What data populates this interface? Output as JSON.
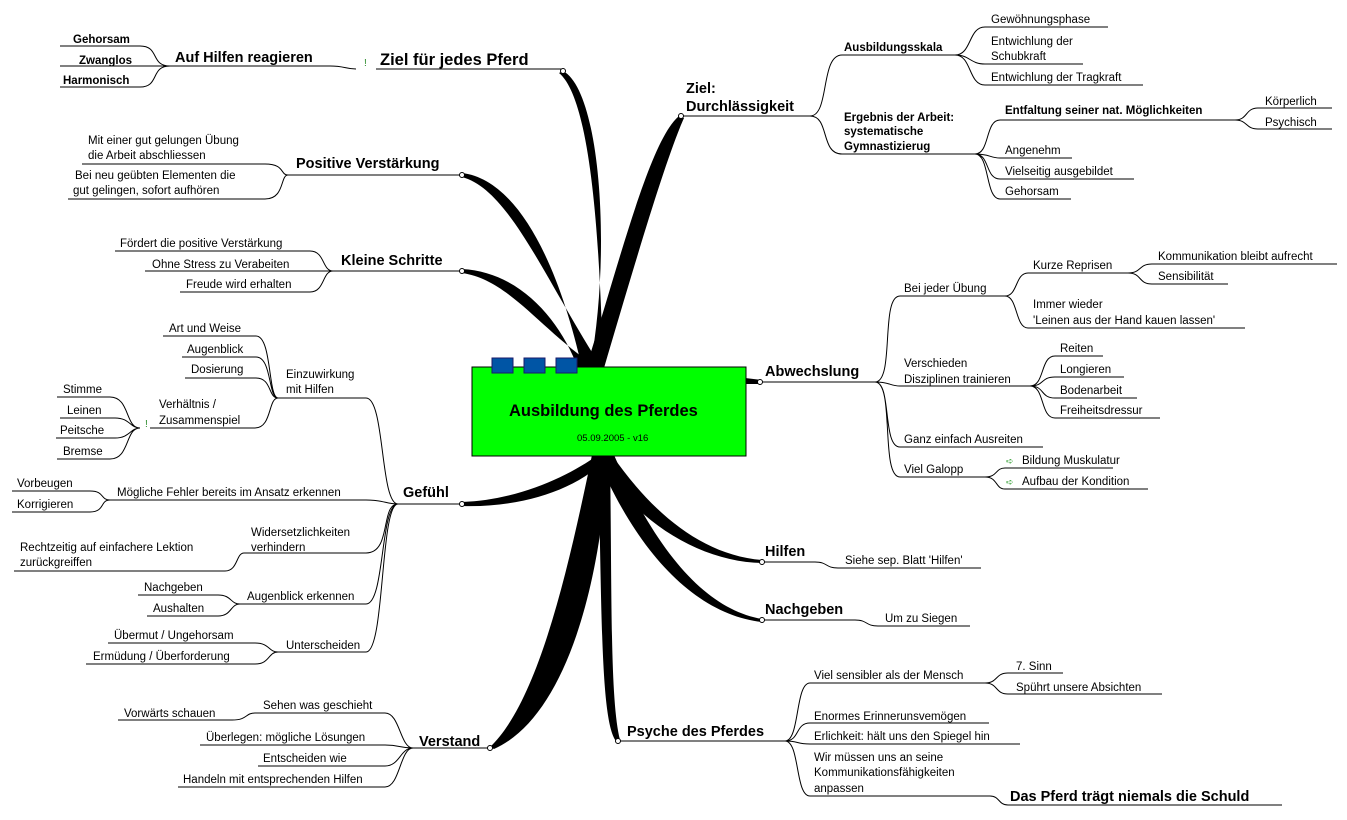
{
  "central": {
    "title": "Ausbildung des Pferdes",
    "subtitle": "05.09.2005 - v16",
    "colors": {
      "fill": "#00ff00",
      "icon": "#0055a5",
      "line": "#000000"
    }
  },
  "left": {
    "ziel": {
      "label": "Ziel für jedes Pferd",
      "sub": "Auf Hilfen reagieren",
      "items": [
        "Gehorsam",
        "Zwanglos",
        "Harmonisch"
      ]
    },
    "positive": {
      "label": "Positive Verstärkung",
      "items": [
        [
          "Mit einer gut gelungen Übung",
          "die Arbeit abschliessen"
        ],
        [
          "Bei neu geübten  Elementen die",
          "gut gelingen, sofort aufhören"
        ]
      ]
    },
    "kleine": {
      "label": "Kleine Schritte",
      "items": [
        "Fördert die positive Verstärkung",
        "Ohne Stress zu Verabeiten",
        "Freude wird erhalten"
      ]
    },
    "gefuehl": {
      "label": "Gefühl",
      "einzuwirkung": {
        "label": [
          "Einzuwirkung",
          "mit Hilfen"
        ],
        "items": [
          "Art und Weise",
          "Augenblick",
          "Dosierung"
        ],
        "verhaeltnis": {
          "label": [
            "Verhältnis /",
            "Zusammenspiel"
          ],
          "items": [
            "Stimme",
            "Leinen",
            "Peitsche",
            "Bremse"
          ]
        }
      },
      "fehler": {
        "label": "Mögliche Fehler bereits im Ansatz erkennen",
        "items": [
          "Vorbeugen",
          "Korrigieren"
        ]
      },
      "widersetz": {
        "label": [
          "Widersetzlichkeiten",
          "verhindern"
        ],
        "items": [
          [
            "Rechtzeitig auf einfachere Lektion",
            "zurückgreiffen"
          ]
        ]
      },
      "augenblick": {
        "label": "Augenblick erkennen",
        "items": [
          "Nachgeben",
          "Aushalten"
        ]
      },
      "unterscheiden": {
        "label": "Unterscheiden",
        "items": [
          "Übermut / Ungehorsam",
          "Ermüdung / Überforderung"
        ]
      }
    },
    "verstand": {
      "label": "Verstand",
      "sehen": {
        "label": "Sehen was geschieht",
        "items": [
          "Vorwärts schauen"
        ]
      },
      "items": [
        "Überlegen: mögliche Lösungen",
        "Entscheiden wie",
        "Handeln mit entsprechenden Hilfen"
      ]
    }
  },
  "right": {
    "ziel": {
      "label": [
        "Ziel:",
        "Durchlässigkeit"
      ],
      "skala": {
        "label": "Ausbildungsskala",
        "items": [
          [
            "Gewöhnungsphase"
          ],
          [
            "Entwichlung der",
            "Schubkraft"
          ],
          [
            "Entwichlung der Tragkraft"
          ]
        ]
      },
      "ergebnis": {
        "label": [
          "Ergebnis der Arbeit:",
          "systematische",
          "Gymnastizierug"
        ],
        "entfaltung": {
          "label": "Entfaltung seiner nat. Möglichkeiten",
          "items": [
            "Körperlich",
            "Psychisch"
          ]
        },
        "items": [
          "Angenehm",
          "Vielseitig ausgebildet",
          "Gehorsam"
        ]
      }
    },
    "abwechslung": {
      "label": "Abwechslung",
      "uebung": {
        "label": "Bei jeder Übung",
        "reprisen": {
          "label": "Kurze Reprisen",
          "items": [
            "Kommunikation bleibt aufrecht",
            "Sensibilität"
          ]
        },
        "immer": [
          "Immer wieder",
          "'Leinen aus der Hand kauen lassen'"
        ]
      },
      "disziplinen": {
        "label": [
          "Verschieden",
          "Disziplinen trainieren"
        ],
        "items": [
          "Reiten",
          "Longieren",
          "Bodenarbeit",
          "Freiheitsdressur"
        ]
      },
      "ausreiten": "Ganz einfach Ausreiten",
      "galopp": {
        "label": "Viel Galopp",
        "items": [
          "Bildung Muskulatur",
          "Aufbau der Kondition"
        ]
      }
    },
    "hilfen": {
      "label": "Hilfen",
      "item": "Siehe sep. Blatt 'Hilfen'"
    },
    "nachgeben": {
      "label": "Nachgeben",
      "item": "Um zu Siegen"
    },
    "psyche": {
      "label": "Psyche des Pferdes",
      "sensibler": {
        "label": "Viel sensibler als der Mensch",
        "items": [
          "7. Sinn",
          "Spührt unsere Absichten"
        ]
      },
      "items": [
        "Enormes Erinnerunsvemögen",
        "Erlichkeit: hält uns den Spiegel hin"
      ],
      "anpassen": [
        "Wir müssen uns an seine",
        "Kommunikationsfähigkeiten",
        "anpassen"
      ],
      "schuld": "Das Pferd trägt niemals die Schuld"
    }
  }
}
